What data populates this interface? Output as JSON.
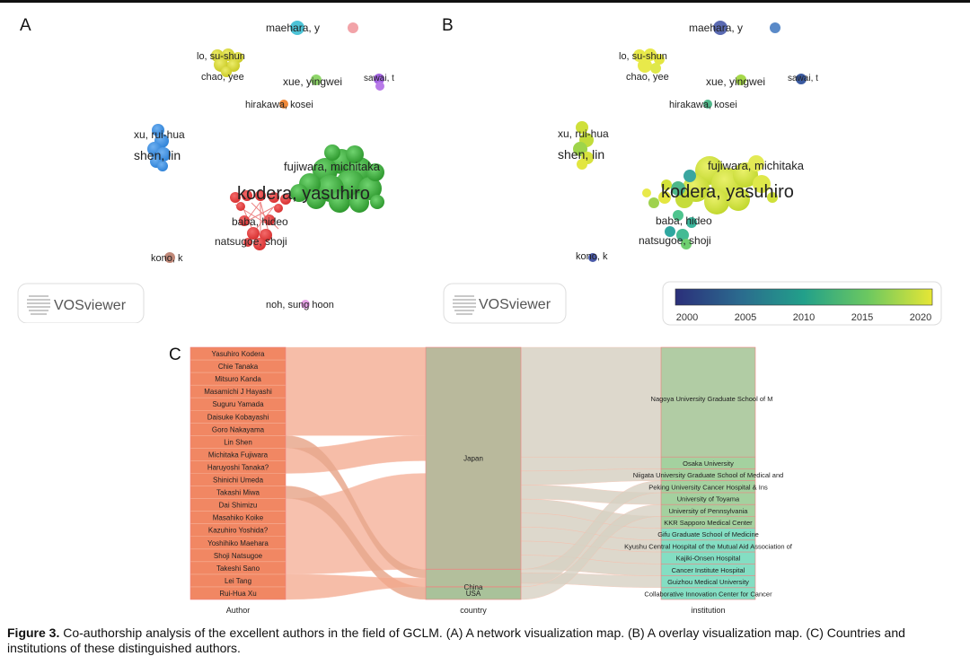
{
  "panels": {
    "a": "A",
    "b": "B",
    "c": "C"
  },
  "caption": {
    "label": "Figure 3.",
    "text": " Co-authorship analysis of the excellent authors in the field of GCLM. (A) A network visualization map. (B) A overlay visualization map. (C) Countries and institutions of these distinguished authors."
  },
  "vosviewer": {
    "logo_text": "VOSviewer"
  },
  "network": {
    "labels": [
      {
        "id": "maehara",
        "text": "maehara, y",
        "size": "small"
      },
      {
        "id": "lo",
        "text": "lo, su-shun",
        "size": "small"
      },
      {
        "id": "chao",
        "text": "chao, yee",
        "size": "small"
      },
      {
        "id": "xue",
        "text": "xue, yingwei",
        "size": "medium"
      },
      {
        "id": "sawai",
        "text": "sawai, t",
        "size": "small"
      },
      {
        "id": "hirakawa",
        "text": "hirakawa, kosei",
        "size": "small"
      },
      {
        "id": "xu",
        "text": "xu, rui-hua",
        "size": "medium"
      },
      {
        "id": "shen",
        "text": "shen, lin",
        "size": "large"
      },
      {
        "id": "fujiwara",
        "text": "fujiwara, michitaka",
        "size": "medium"
      },
      {
        "id": "kodera",
        "text": "kodera, yasuhiro",
        "size": "xlarge"
      },
      {
        "id": "baba",
        "text": "baba, hideo",
        "size": "medium"
      },
      {
        "id": "natsugoe",
        "text": "natsugoe, shoji",
        "size": "medium"
      },
      {
        "id": "kono",
        "text": "kono, k",
        "size": "small"
      },
      {
        "id": "noh",
        "text": "noh, sung hoon",
        "size": "small"
      }
    ],
    "cluster_colors": {
      "maehara": "#4cc3d6",
      "maehara_dot": "#f2a3a8",
      "lo": "#d6d62a",
      "xue": "#8fd66a",
      "sawai": "#a060e0",
      "hirakawa": "#f08a3a",
      "xu": "#3b8fe0",
      "kodera": "#2f9e2f",
      "fujiwara": "#44b844",
      "baba": "#e03a3a",
      "kono": "#c08878",
      "noh": "#e5a0e5"
    }
  },
  "overlay": {
    "labels": [
      {
        "id": "maehara",
        "text": "maehara, y"
      },
      {
        "id": "lo",
        "text": "lo, su-shun"
      },
      {
        "id": "chao",
        "text": "chao, yee"
      },
      {
        "id": "xue",
        "text": "xue, yingwei"
      },
      {
        "id": "sawai",
        "text": "sawai, t"
      },
      {
        "id": "hirakawa",
        "text": "hirakawa, kosei"
      },
      {
        "id": "xu",
        "text": "xu, rui-hua"
      },
      {
        "id": "shen",
        "text": "shen, lin"
      },
      {
        "id": "fujiwara",
        "text": "fujiwara, michitaka"
      },
      {
        "id": "kodera",
        "text": "kodera, yasuhiro"
      },
      {
        "id": "baba",
        "text": "baba, hideo"
      },
      {
        "id": "natsugoe",
        "text": "natsugoe, shoji"
      },
      {
        "id": "kono",
        "text": "kono, k"
      }
    ],
    "colorbar": {
      "ticks": [
        "2000",
        "2005",
        "2010",
        "2015",
        "2020"
      ],
      "gradient": [
        "#2b2f7a",
        "#2b6a8e",
        "#22a08a",
        "#6cc860",
        "#e6e635"
      ]
    }
  },
  "sankey": {
    "column_labels": [
      "Author",
      "country",
      "institution"
    ],
    "authors": [
      "Yasuhiro Kodera",
      "Chie Tanaka",
      "Mitsuro Kanda",
      "Masamichi J Hayashi",
      "Suguru Yamada",
      "Daisuke Kobayashi",
      "Goro Nakayama",
      "Lin Shen",
      "Michitaka Fujiwara",
      "Haruyoshi Tanaka?",
      "Shinichi Umeda",
      "Takashi Miwa",
      "Dai Shimizu",
      "Masahiko Koike",
      "Kazuhiro Yoshida?",
      "Yoshihiko Maehara",
      "Shoji Natsugoe",
      "Takeshi Sano",
      "Lei Tang",
      "Rui-Hua Xu"
    ],
    "countries": [
      "Japan",
      "China",
      "USA"
    ],
    "institutions": [
      "Nagoya University Graduate School of M",
      "Osaka University",
      "Niigata University Graduate School of Medical and",
      "Peking University Cancer Hospital & Ins",
      "University of Toyama",
      "University of Pennsylvania",
      "KKR Sapporo Medical Center",
      "Gifu Graduate School of Medicine",
      "Kyushu Central Hospital of the Mutual Aid Association of",
      "Kajiki-Onsen Hospital",
      "Cancer Institute Hospital",
      "Guizhou Medical University",
      "Collaborative Innovation Center for Cancer"
    ],
    "colors": {
      "author": "#f07a52",
      "country": "#b7b79a",
      "institution_top": "#a8c79a",
      "institution_bottom": "#66d9c4",
      "flow_a": "#f4a88c",
      "flow_b": "#d8d2c4"
    }
  }
}
